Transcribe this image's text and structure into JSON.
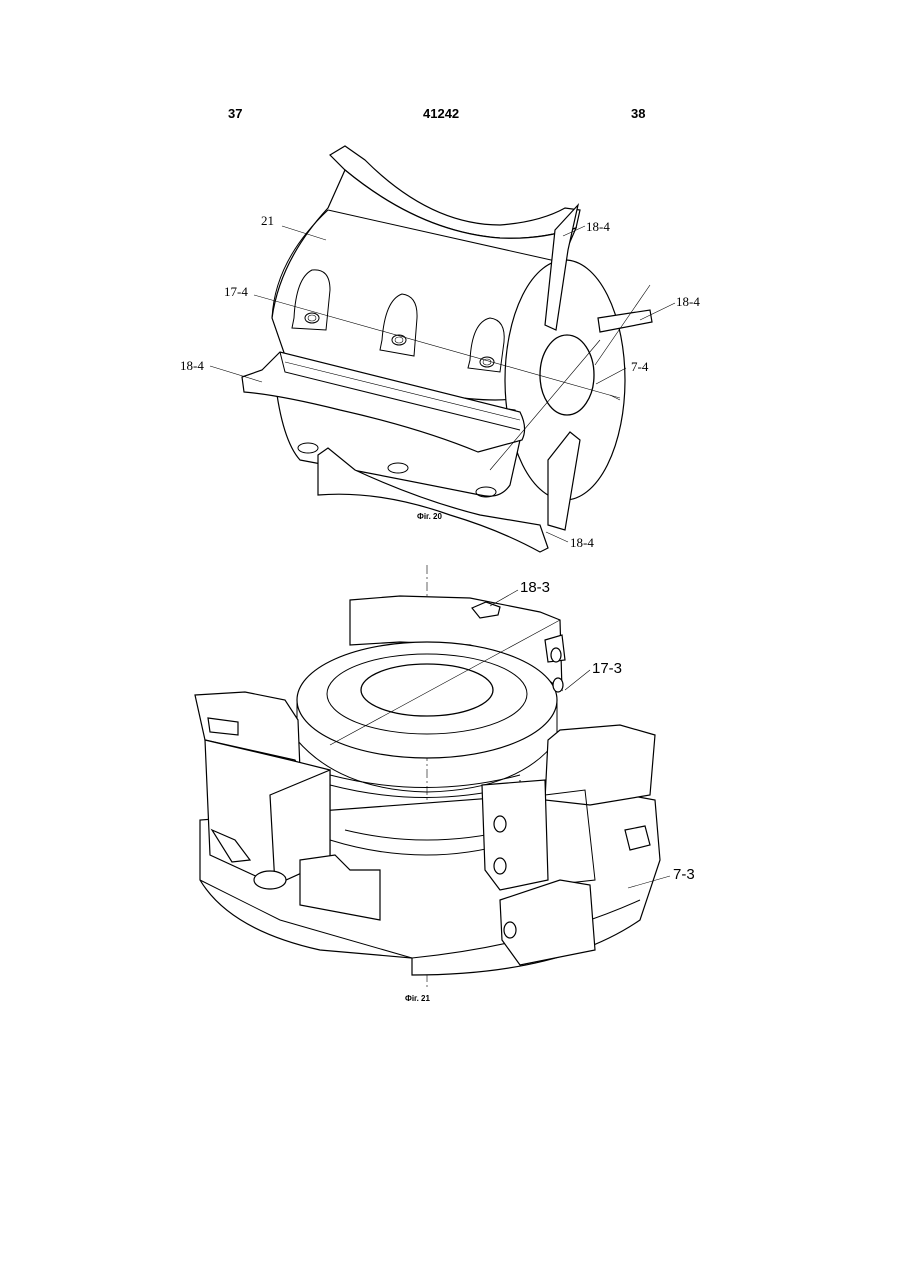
{
  "header": {
    "page_left": "37",
    "patent_number": "41242",
    "page_right": "38"
  },
  "figure20": {
    "caption": "Фіг. 20",
    "labels": {
      "body": "21",
      "screw": "17-4",
      "blade_top": "18-4",
      "blade_right": "18-4",
      "blade_left": "18-4",
      "blade_bottom": "18-4",
      "cutter": "7-4"
    }
  },
  "figure21": {
    "caption": "Фіг. 21",
    "labels": {
      "blade": "18-3",
      "screw": "17-3",
      "cutter": "7-3"
    }
  }
}
